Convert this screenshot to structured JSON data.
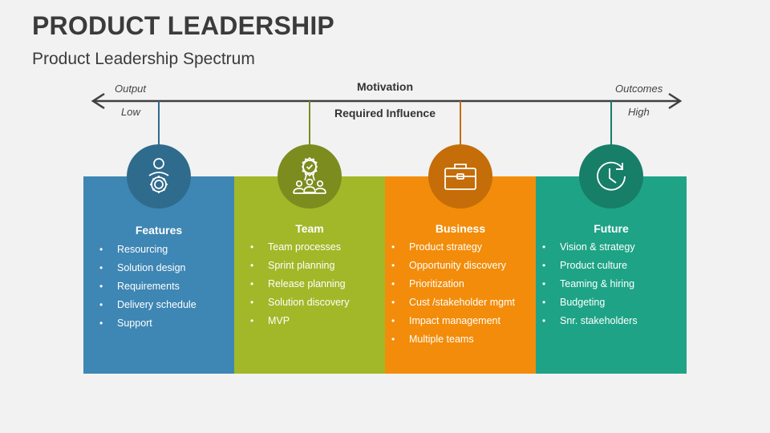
{
  "header": {
    "title": "PRODUCT LEADERSHIP",
    "subtitle": "Product Leadership Spectrum"
  },
  "axis": {
    "top_left": "Output",
    "top_center": "Motivation",
    "top_right": "Outcomes",
    "bottom_left": "Low",
    "bottom_center": "Required Influence",
    "bottom_right": "High",
    "color": "#404040"
  },
  "cards": [
    {
      "title": "Features",
      "icon": "person-gear-icon",
      "color": "#3e86b4",
      "circle_color": "#2f6b8d",
      "items": [
        "Resourcing",
        "Solution design",
        "Requirements",
        "Delivery schedule",
        "Support"
      ]
    },
    {
      "title": "Team",
      "icon": "award-team-icon",
      "color": "#a2b828",
      "circle_color": "#7c8c1f",
      "items": [
        "Team processes",
        "Sprint planning",
        "Release planning",
        "Solution discovery",
        "MVP"
      ]
    },
    {
      "title": "Business",
      "icon": "briefcase-icon",
      "color": "#f28c0a",
      "circle_color": "#c56d08",
      "items": [
        "Product strategy",
        "Opportunity discovery",
        "Prioritization",
        "Cust /stakeholder mgmt",
        "Impact management",
        "Multiple teams"
      ]
    },
    {
      "title": "Future",
      "icon": "clock-icon",
      "color": "#1ea386",
      "circle_color": "#177e68",
      "items": [
        "Vision & strategy",
        "Product culture",
        "Teaming & hiring",
        "Budgeting",
        "Snr. stakeholders"
      ]
    }
  ]
}
